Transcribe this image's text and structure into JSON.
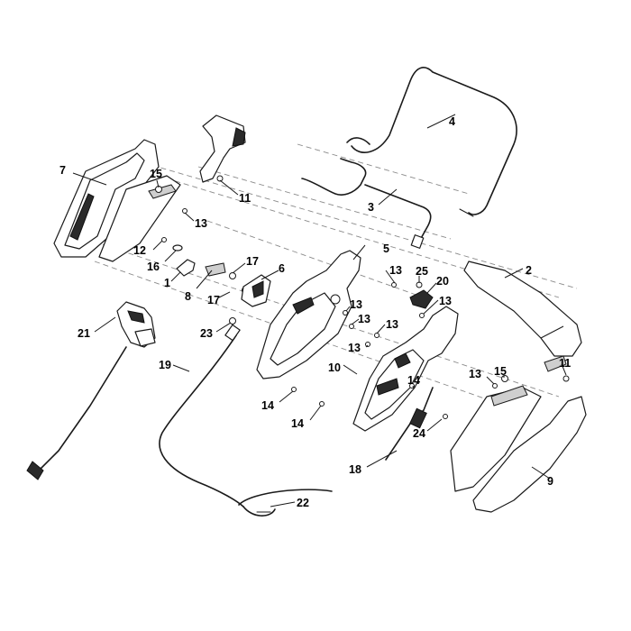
{
  "diagram": {
    "type": "exploded-parts-view",
    "callouts": [
      {
        "id": "c1",
        "label": "1"
      },
      {
        "id": "c2",
        "label": "2"
      },
      {
        "id": "c3",
        "label": "3"
      },
      {
        "id": "c4",
        "label": "4"
      },
      {
        "id": "c5",
        "label": "5"
      },
      {
        "id": "c6",
        "label": "6"
      },
      {
        "id": "c7",
        "label": "7"
      },
      {
        "id": "c8",
        "label": "8"
      },
      {
        "id": "c9",
        "label": "9"
      },
      {
        "id": "c10",
        "label": "10"
      },
      {
        "id": "c11a",
        "label": "11"
      },
      {
        "id": "c11b",
        "label": "11"
      },
      {
        "id": "c12",
        "label": "12"
      },
      {
        "id": "c13a",
        "label": "13"
      },
      {
        "id": "c13b",
        "label": "13"
      },
      {
        "id": "c13c",
        "label": "13"
      },
      {
        "id": "c13d",
        "label": "13"
      },
      {
        "id": "c13e",
        "label": "13"
      },
      {
        "id": "c13f",
        "label": "13"
      },
      {
        "id": "c13g",
        "label": "13"
      },
      {
        "id": "c13h",
        "label": "13"
      },
      {
        "id": "c14a",
        "label": "14"
      },
      {
        "id": "c14b",
        "label": "14"
      },
      {
        "id": "c14c",
        "label": "14"
      },
      {
        "id": "c15a",
        "label": "15"
      },
      {
        "id": "c15b",
        "label": "15"
      },
      {
        "id": "c16",
        "label": "16"
      },
      {
        "id": "c17a",
        "label": "17"
      },
      {
        "id": "c17b",
        "label": "17"
      },
      {
        "id": "c18",
        "label": "18"
      },
      {
        "id": "c19",
        "label": "19"
      },
      {
        "id": "c20",
        "label": "20"
      },
      {
        "id": "c21",
        "label": "21"
      },
      {
        "id": "c22",
        "label": "22"
      },
      {
        "id": "c23",
        "label": "23"
      },
      {
        "id": "c24",
        "label": "24"
      },
      {
        "id": "c25",
        "label": "25"
      }
    ]
  }
}
